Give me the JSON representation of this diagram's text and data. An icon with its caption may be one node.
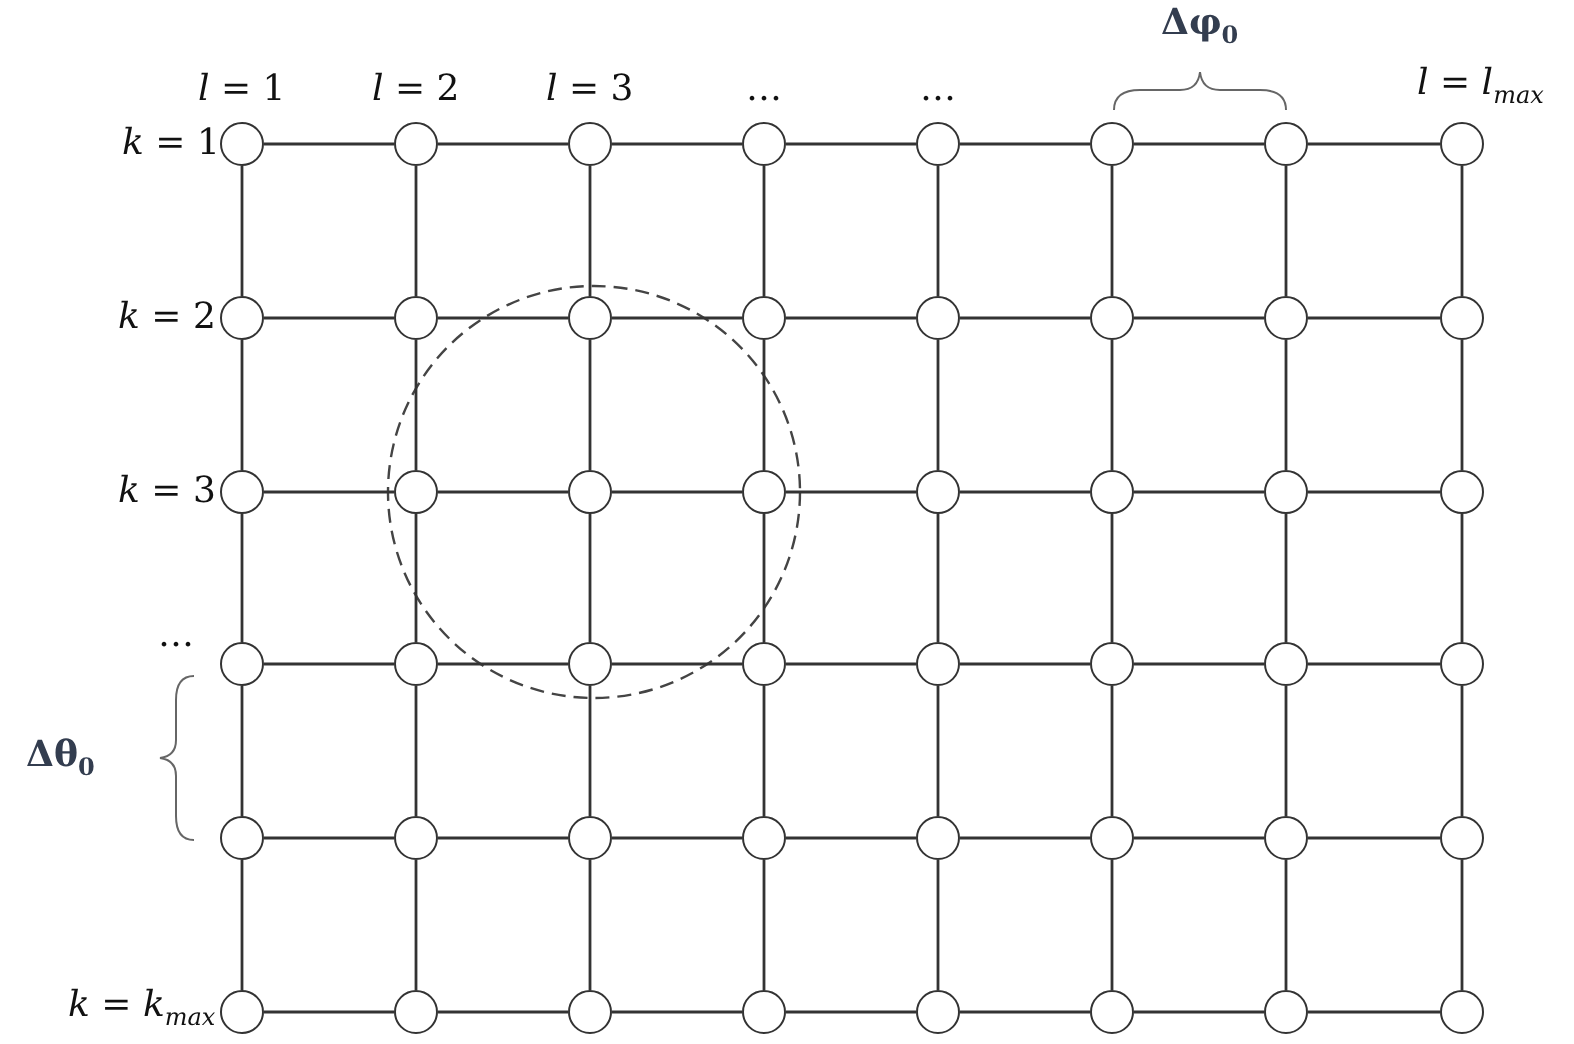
{
  "diagram": {
    "nodes": [
      {
        "text": [],
        "shape": "circle"
      },
      {
        "text": [],
        "shape": "circle"
      },
      {
        "text": [],
        "shape": "circle"
      },
      {
        "text": [],
        "shape": "circle"
      },
      {
        "text": [],
        "shape": "circle"
      },
      {
        "text": [],
        "shape": "circle"
      },
      {
        "text": [],
        "shape": "circle"
      },
      {
        "text": [],
        "shape": "circle"
      },
      {
        "text": [],
        "shape": "circle"
      },
      {
        "text": [],
        "shape": "circle"
      },
      {
        "text": [],
        "shape": "circle"
      },
      {
        "text": [],
        "shape": "circle"
      },
      {
        "text": [],
        "shape": "circle"
      },
      {
        "text": [],
        "shape": "circle"
      },
      {
        "text": [],
        "shape": "circle"
      },
      {
        "text": [],
        "shape": "circle"
      },
      {
        "text": [],
        "shape": "circle"
      },
      {
        "text": [],
        "shape": "circle"
      },
      {
        "text": [],
        "shape": "circle"
      },
      {
        "text": [],
        "shape": "circle"
      },
      {
        "text": [],
        "shape": "circle"
      },
      {
        "text": [],
        "shape": "circle"
      },
      {
        "text": [],
        "shape": "circle"
      },
      {
        "text": [],
        "shape": "circle"
      },
      {
        "text": [],
        "shape": "circle"
      },
      {
        "text": [],
        "shape": "circle"
      },
      {
        "text": [],
        "shape": "circle"
      },
      {
        "text": [],
        "shape": "circle"
      },
      {
        "text": [],
        "shape": "circle"
      },
      {
        "text": [],
        "shape": "circle"
      },
      {
        "text": [],
        "shape": "circle"
      },
      {
        "text": [],
        "shape": "circle"
      },
      {
        "text": [],
        "shape": "circle"
      },
      {
        "text": [],
        "shape": "circle"
      },
      {
        "text": [],
        "shape": "circle"
      },
      {
        "text": [],
        "shape": "circle"
      },
      {
        "text": [],
        "shape": "circle"
      },
      {
        "text": [],
        "shape": "circle"
      },
      {
        "text": [],
        "shape": "circle"
      },
      {
        "text": [],
        "shape": "circle"
      },
      {
        "text": [],
        "shape": "circle"
      },
      {
        "text": [],
        "shape": "circle"
      },
      {
        "text": [],
        "shape": "circle"
      },
      {
        "text": [],
        "shape": "circle"
      },
      {
        "text": [],
        "shape": "circle"
      },
      {
        "text": [],
        "shape": "circle"
      },
      {
        "text": [],
        "shape": "circle"
      },
      {
        "text": [],
        "shape": "circle"
      }
    ],
    "edges": [
      {
        "from": 0,
        "to": 1,
        "arrow": "none"
      },
      {
        "from": 1,
        "to": 2,
        "arrow": "none"
      },
      {
        "from": 2,
        "to": 3,
        "arrow": "none"
      },
      {
        "from": 3,
        "to": 4,
        "arrow": "none"
      },
      {
        "from": 4,
        "to": 5,
        "arrow": "none"
      },
      {
        "from": 5,
        "to": 6,
        "arrow": "none"
      },
      {
        "from": 6,
        "to": 7,
        "arrow": "none"
      },
      {
        "from": 8,
        "to": 9,
        "arrow": "none"
      },
      {
        "from": 9,
        "to": 10,
        "arrow": "none"
      },
      {
        "from": 10,
        "to": 11,
        "arrow": "none"
      },
      {
        "from": 11,
        "to": 12,
        "arrow": "none"
      },
      {
        "from": 12,
        "to": 13,
        "arrow": "none"
      },
      {
        "from": 13,
        "to": 14,
        "arrow": "none"
      },
      {
        "from": 14,
        "to": 15,
        "arrow": "none"
      },
      {
        "from": 16,
        "to": 17,
        "arrow": "none"
      },
      {
        "from": 17,
        "to": 18,
        "arrow": "none"
      },
      {
        "from": 18,
        "to": 19,
        "arrow": "none"
      },
      {
        "from": 19,
        "to": 20,
        "arrow": "none"
      },
      {
        "from": 20,
        "to": 21,
        "arrow": "none"
      },
      {
        "from": 21,
        "to": 22,
        "arrow": "none"
      },
      {
        "from": 22,
        "to": 23,
        "arrow": "none"
      },
      {
        "from": 24,
        "to": 25,
        "arrow": "none"
      },
      {
        "from": 25,
        "to": 26,
        "arrow": "none"
      },
      {
        "from": 26,
        "to": 27,
        "arrow": "none"
      },
      {
        "from": 27,
        "to": 28,
        "arrow": "none"
      },
      {
        "from": 28,
        "to": 29,
        "arrow": "none"
      },
      {
        "from": 29,
        "to": 30,
        "arrow": "none"
      },
      {
        "from": 30,
        "to": 31,
        "arrow": "none"
      },
      {
        "from": 32,
        "to": 33,
        "arrow": "none"
      },
      {
        "from": 33,
        "to": 34,
        "arrow": "none"
      },
      {
        "from": 34,
        "to": 35,
        "arrow": "none"
      },
      {
        "from": 35,
        "to": 36,
        "arrow": "none"
      },
      {
        "from": 36,
        "to": 37,
        "arrow": "none"
      },
      {
        "from": 37,
        "to": 38,
        "arrow": "none"
      },
      {
        "from": 38,
        "to": 39,
        "arrow": "none"
      },
      {
        "from": 40,
        "to": 41,
        "arrow": "none"
      },
      {
        "from": 41,
        "to": 42,
        "arrow": "none"
      },
      {
        "from": 42,
        "to": 43,
        "arrow": "none"
      },
      {
        "from": 43,
        "to": 44,
        "arrow": "none"
      },
      {
        "from": 44,
        "to": 45,
        "arrow": "none"
      },
      {
        "from": 45,
        "to": 46,
        "arrow": "none"
      },
      {
        "from": 46,
        "to": 47,
        "arrow": "none"
      },
      {
        "from": 0,
        "to": 8,
        "arrow": "none"
      },
      {
        "from": 8,
        "to": 16,
        "arrow": "none"
      },
      {
        "from": 16,
        "to": 24,
        "arrow": "none"
      },
      {
        "from": 24,
        "to": 32,
        "arrow": "none"
      },
      {
        "from": 32,
        "to": 40,
        "arrow": "none"
      },
      {
        "from": 1,
        "to": 9,
        "arrow": "none"
      },
      {
        "from": 9,
        "to": 17,
        "arrow": "none"
      },
      {
        "from": 17,
        "to": 25,
        "arrow": "none"
      },
      {
        "from": 25,
        "to": 33,
        "arrow": "none"
      },
      {
        "from": 33,
        "to": 41,
        "arrow": "none"
      },
      {
        "from": 2,
        "to": 10,
        "arrow": "none"
      },
      {
        "from": 10,
        "to": 18,
        "arrow": "none"
      },
      {
        "from": 18,
        "to": 26,
        "arrow": "none"
      },
      {
        "from": 26,
        "to": 34,
        "arrow": "none"
      },
      {
        "from": 34,
        "to": 42,
        "arrow": "none"
      },
      {
        "from": 3,
        "to": 11,
        "arrow": "none"
      },
      {
        "from": 11,
        "to": 19,
        "arrow": "none"
      },
      {
        "from": 19,
        "to": 27,
        "arrow": "none"
      },
      {
        "from": 27,
        "to": 35,
        "arrow": "none"
      },
      {
        "from": 35,
        "to": 43,
        "arrow": "none"
      },
      {
        "from": 4,
        "to": 12,
        "arrow": "none"
      },
      {
        "from": 12,
        "to": 20,
        "arrow": "none"
      },
      {
        "from": 20,
        "to": 28,
        "arrow": "none"
      },
      {
        "from": 28,
        "to": 36,
        "arrow": "none"
      },
      {
        "from": 36,
        "to": 44,
        "arrow": "none"
      },
      {
        "from": 5,
        "to": 13,
        "arrow": "none"
      },
      {
        "from": 13,
        "to": 21,
        "arrow": "none"
      },
      {
        "from": 21,
        "to": 29,
        "arrow": "none"
      },
      {
        "from": 29,
        "to": 37,
        "arrow": "none"
      },
      {
        "from": 37,
        "to": 45,
        "arrow": "none"
      },
      {
        "from": 6,
        "to": 14,
        "arrow": "none"
      },
      {
        "from": 14,
        "to": 22,
        "arrow": "none"
      },
      {
        "from": 22,
        "to": 30,
        "arrow": "none"
      },
      {
        "from": 30,
        "to": 38,
        "arrow": "none"
      },
      {
        "from": 38,
        "to": 46,
        "arrow": "none"
      },
      {
        "from": 7,
        "to": 15,
        "arrow": "none"
      },
      {
        "from": 15,
        "to": 23,
        "arrow": "none"
      },
      {
        "from": 23,
        "to": 31,
        "arrow": "none"
      },
      {
        "from": 31,
        "to": 39,
        "arrow": "none"
      },
      {
        "from": 39,
        "to": 47,
        "arrow": "none"
      }
    ],
    "labels": [
      "Δφ$_{0}$",
      "*l* = 1",
      "*l* = 2",
      "*l* = 3",
      "…",
      "…",
      "*l* = *l*$_{max}$",
      "*k* = 1",
      "*k* = 2",
      "*k* = 3",
      "…",
      "Δθ$_{0}$",
      "*k* = *k*$_{max}$"
    ]
  }
}
